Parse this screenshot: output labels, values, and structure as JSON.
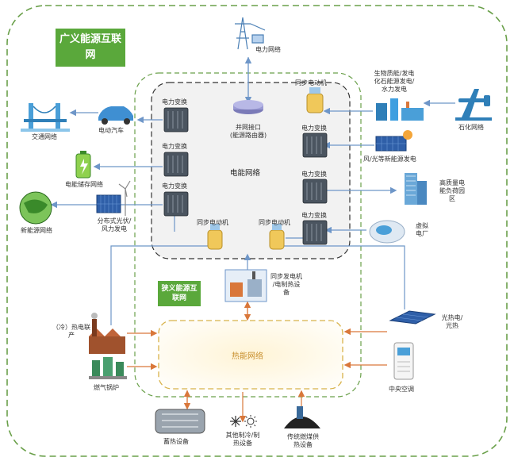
{
  "titles": {
    "broad": "广义能源互联\n网",
    "narrow": "狭义能源互\n联网",
    "power_grid_inner": "电能网络",
    "thermal": "热能网络"
  },
  "top": {
    "power_network": "电力网络",
    "router": "并网接口\n(能源路由器)"
  },
  "left": {
    "traffic": "交通网络",
    "ev": "电动汽车",
    "storage": "电能储存网络",
    "new_energy": "新能源网络",
    "distributed": "分布式光伏/\n风力发电",
    "chp": "（冷）热电联\n产",
    "gas_boiler": "燃气锅炉"
  },
  "inner": {
    "transform_1": "电力变换",
    "transform_2": "电力变换",
    "transform_3": "电力变换",
    "transform_r1": "电力变换",
    "transform_r2": "电力变换",
    "transform_r3": "电力变换",
    "sync_motor_top": "同步电动机",
    "sync_motor_left": "同步电动机",
    "sync_motor_right": "同步电动机",
    "sync_gen": "同步发电机\n/电制热设\n备"
  },
  "right": {
    "biomass": "生物质能/发电\n化石能源发电/\n水力发电",
    "petro": "石化网络",
    "wind_solar": "风/光等新能源发电",
    "high_load": "高质量电\n能负荷园\n区",
    "virtual_plant": "虚拟\n电厂",
    "solar_thermal": "光热电/\n光热",
    "central_ac": "中央空调"
  },
  "bottom": {
    "heat_storage": "蓄热设备",
    "other_heat": "其他制冷/制\n热设备",
    "coal": "传统燃煤供\n热设备"
  },
  "colors": {
    "outer_dash": "#6aa04a",
    "inner_dash": "#333333",
    "thermal_dash": "#d8b24a",
    "blue_arrow": "#6e96c8",
    "orange_arrow": "#d9773a",
    "green_box": "#5aa83b"
  }
}
